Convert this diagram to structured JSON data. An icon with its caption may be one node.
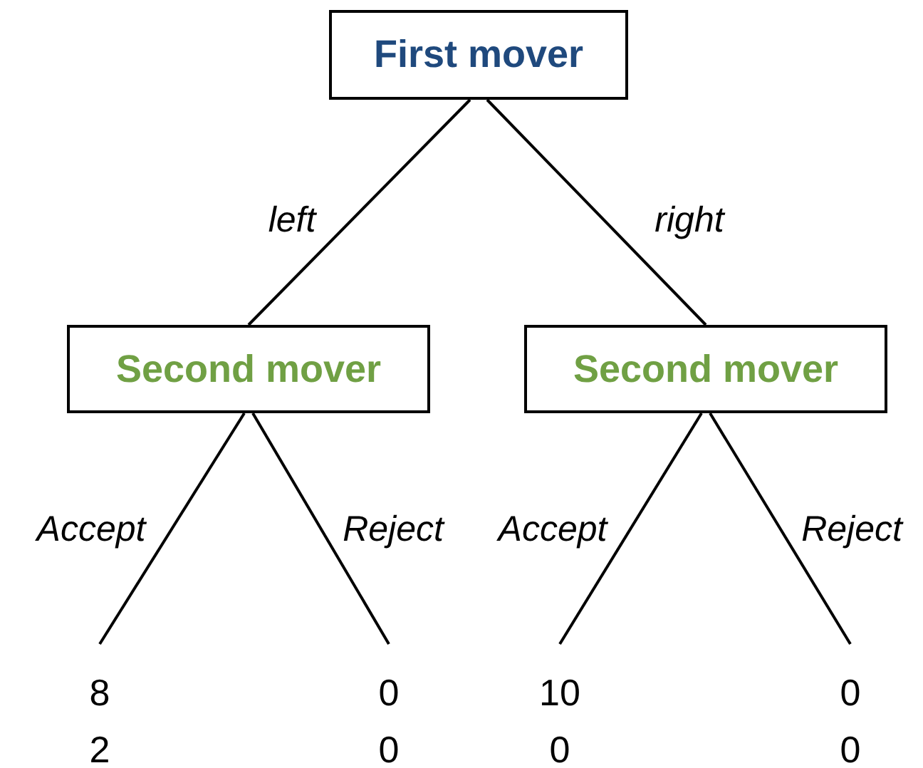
{
  "diagram": {
    "nodes": [
      {
        "text": [
          "First mover"
        ]
      },
      {
        "text": [
          "Second mover"
        ]
      },
      {
        "text": [
          "Second mover"
        ]
      },
      {
        "text": [
          "8",
          "2"
        ]
      },
      {
        "text": [
          "0",
          "0"
        ]
      },
      {
        "text": [
          "10",
          "0"
        ]
      },
      {
        "text": [
          "0",
          "0"
        ]
      }
    ],
    "edges": [
      {
        "from": 0,
        "to": 1,
        "label": "left",
        "arrow": "none"
      },
      {
        "from": 0,
        "to": 2,
        "label": "right",
        "arrow": "none"
      },
      {
        "from": 1,
        "to": 3,
        "label": "Accept",
        "arrow": "none"
      },
      {
        "from": 1,
        "to": 4,
        "label": "Reject",
        "arrow": "none"
      },
      {
        "from": 2,
        "to": 5,
        "label": "Accept",
        "arrow": "none"
      },
      {
        "from": 2,
        "to": 6,
        "label": "Reject",
        "arrow": "none"
      }
    ]
  }
}
